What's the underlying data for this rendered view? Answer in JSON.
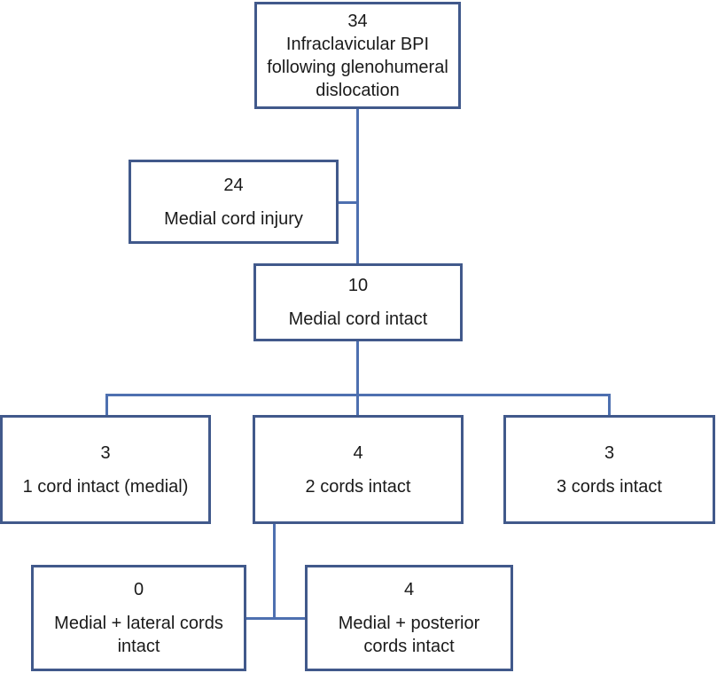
{
  "flowchart": {
    "colors": {
      "box_border": "#41598b",
      "connector": "#4e70b0",
      "text": "#1a1a1a"
    },
    "nodes": {
      "total": {
        "count": "34",
        "label_lines": [
          "Infraclavicular BPI",
          "following glenohumeral",
          "dislocation"
        ]
      },
      "medial_injury": {
        "count": "24",
        "label_lines": [
          "Medial cord injury"
        ]
      },
      "medial_intact": {
        "count": "10",
        "label_lines": [
          "Medial cord intact"
        ]
      },
      "one_cord": {
        "count": "3",
        "label_lines": [
          "1 cord intact (medial)"
        ]
      },
      "two_cords": {
        "count": "4",
        "label_lines": [
          "2 cords intact"
        ]
      },
      "three_cords": {
        "count": "3",
        "label_lines": [
          "3 cords intact"
        ]
      },
      "medial_lateral": {
        "count": "0",
        "label_lines": [
          "Medial + lateral cords",
          "intact"
        ]
      },
      "medial_posterior": {
        "count": "4",
        "label_lines": [
          "Medial + posterior",
          "cords intact"
        ]
      }
    }
  }
}
